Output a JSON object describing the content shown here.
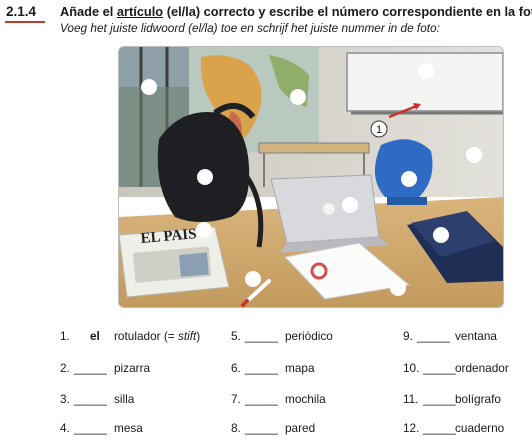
{
  "header": {
    "number": "2.1.4",
    "title_pre": "Añade el ",
    "title_underlined": "artículo",
    "title_post": " (el/la) correcto y escribe el número correspondiente en la foto:",
    "subtitle": "Voeg het juiste lidwoord (el/la) toe en schrijf het juiste nummer in de foto:"
  },
  "photo": {
    "example_marker": "1",
    "newspaper_masthead": "EL PAIS"
  },
  "items": [
    {
      "num": "1.",
      "article": "el",
      "word": "rotulador (= stift)"
    },
    {
      "num": "2.",
      "article": "_____",
      "word": "pizarra"
    },
    {
      "num": "3.",
      "article": "_____",
      "word": "silla"
    },
    {
      "num": "4.",
      "article": "_____",
      "word": "mesa"
    },
    {
      "num": "5.",
      "article": "_____",
      "word": "periódico"
    },
    {
      "num": "6.",
      "article": "_____",
      "word": "mapa"
    },
    {
      "num": "7.",
      "article": "_____",
      "word": "mochila"
    },
    {
      "num": "8.",
      "article": "_____",
      "word": "pared"
    },
    {
      "num": "9.",
      "article": "_____",
      "word": "ventana"
    },
    {
      "num": "10.",
      "article": "_____",
      "word": "ordenador"
    },
    {
      "num": "11.",
      "article": "_____",
      "word": "bolígrafo"
    },
    {
      "num": "12.",
      "article": "_____",
      "word": "cuaderno"
    }
  ]
}
